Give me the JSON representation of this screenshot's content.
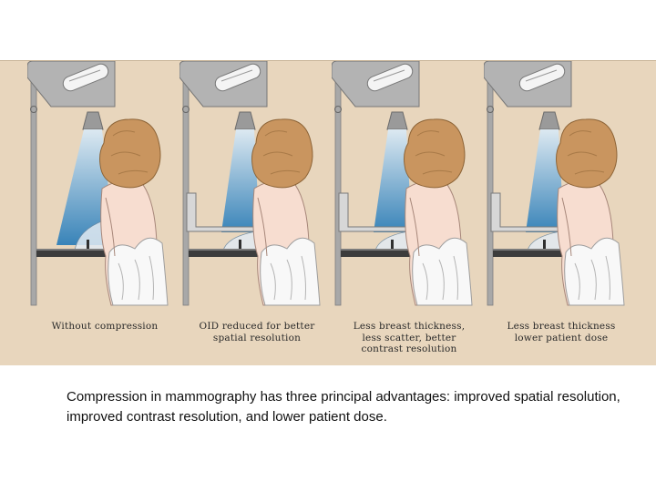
{
  "figure": {
    "panels": [
      {
        "label": "Without compression",
        "compressed": false
      },
      {
        "label": "OID reduced for better\nspatial resolution",
        "compressed": true
      },
      {
        "label": "Less breast thickness,\nless scatter, better\ncontrast resolution",
        "compressed": true
      },
      {
        "label": "Less breast thickness\nlower patient dose",
        "compressed": true
      }
    ],
    "colors": {
      "background": "#e8d6bd",
      "machine": "#a8a8a8",
      "beam_top": "#dceaf4",
      "beam_bottom": "#2f7fb8",
      "hair": "#c9955f",
      "skin": "#f7ddd0",
      "gown": "#f8f8f8"
    }
  },
  "caption": "Compression in mammography has three principal advantages: improved spatial resolution, improved contrast resolution, and lower patient dose."
}
